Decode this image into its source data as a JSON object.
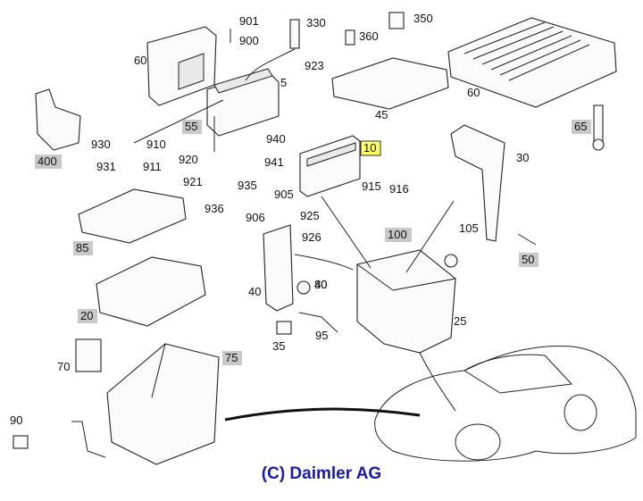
{
  "labels": [
    "901",
    "900",
    "330",
    "350",
    "360",
    "923",
    "60",
    "5",
    "60",
    "55",
    "45",
    "930",
    "910",
    "931",
    "911",
    "940",
    "65",
    "400",
    "920",
    "921",
    "935",
    "941",
    "10",
    "30",
    "905",
    "915",
    "916",
    "906",
    "925",
    "936",
    "926",
    "100",
    "85",
    "40",
    "105",
    "50",
    "40",
    "80",
    "20",
    "25",
    "35",
    "95",
    "70",
    "75",
    "90"
  ],
  "highlight": "10",
  "copyright": "(C) Daimler AG"
}
